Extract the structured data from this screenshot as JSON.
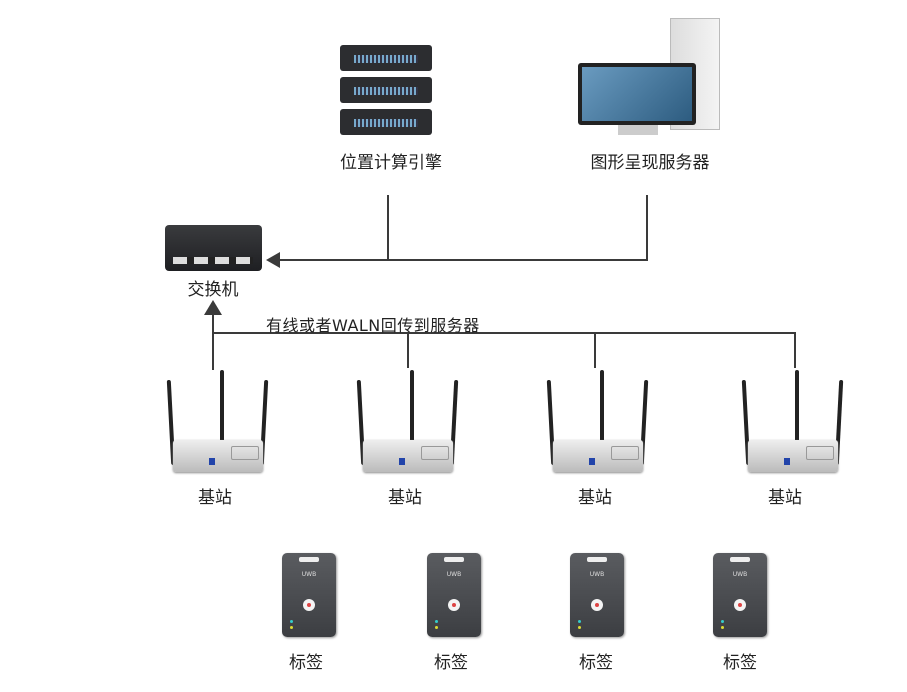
{
  "nodes": {
    "engine": {
      "label": "位置计算引擎",
      "icon": "server-rack-icon"
    },
    "render_server": {
      "label": "图形呈现服务器",
      "icon": "desktop-computer-icon"
    },
    "switch": {
      "label": "交换机",
      "icon": "network-switch-icon"
    },
    "backhaul": {
      "label": "有线或者WALN回传到服务器"
    },
    "base_stations": [
      {
        "label": "基站"
      },
      {
        "label": "基站"
      },
      {
        "label": "基站"
      },
      {
        "label": "基站"
      }
    ],
    "tags": [
      {
        "label": "标签",
        "text": "UWB"
      },
      {
        "label": "标签",
        "text": "UWB"
      },
      {
        "label": "标签",
        "text": "UWB"
      },
      {
        "label": "标签",
        "text": "UWB"
      }
    ]
  },
  "colors": {
    "line": "#3a3a3a"
  }
}
